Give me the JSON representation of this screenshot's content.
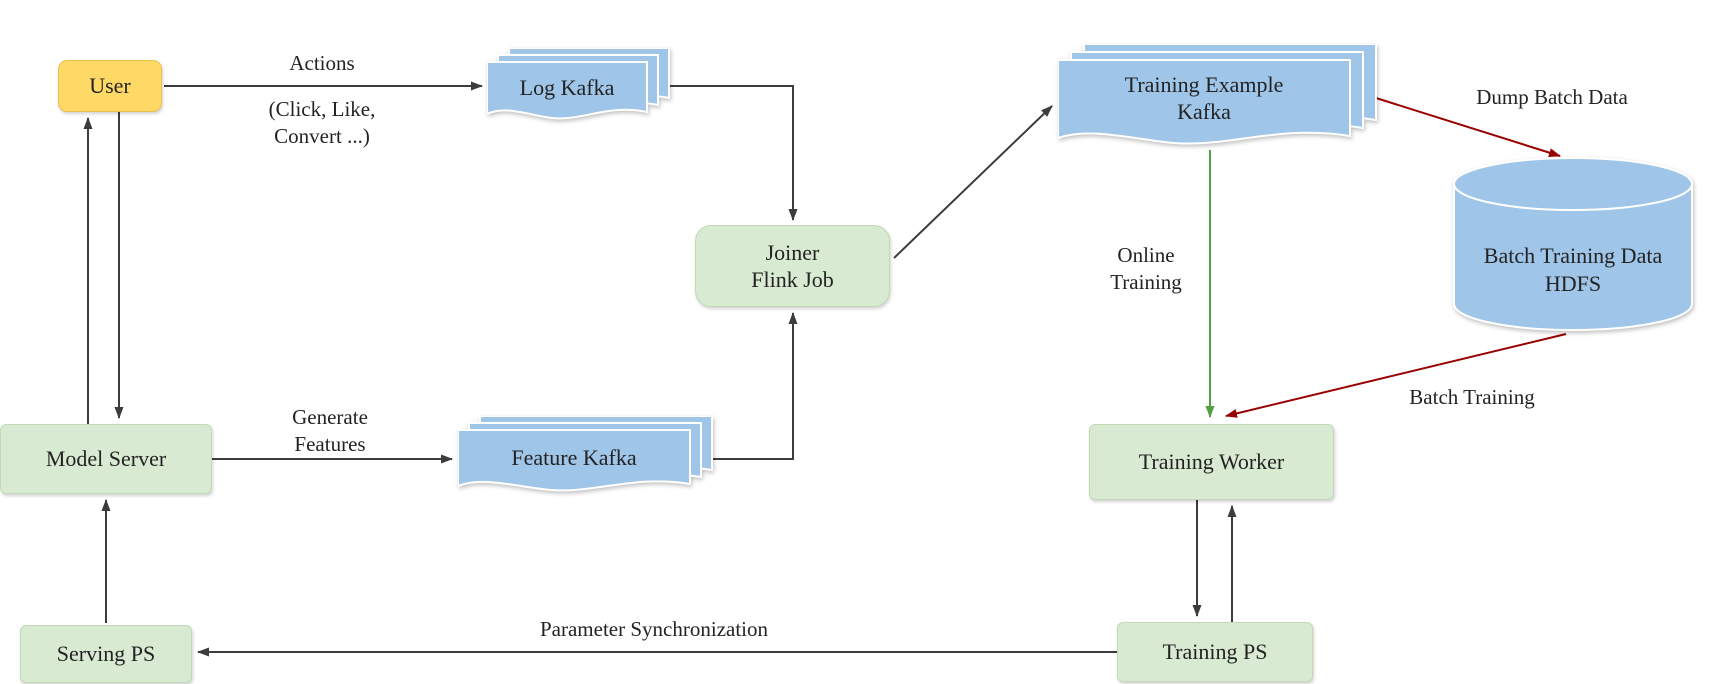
{
  "theme": {
    "colors": {
      "node-green": "#d9ead3",
      "node-green-border": "#c3d9b5",
      "node-yellow": "#ffd966",
      "node-yellow-border": "#e7c14f",
      "node-blue": "#9fc5e8",
      "arrow-dark": "#3c3c3c",
      "arrow-green": "#52a043",
      "arrow-red": "#990000",
      "text-dark": "#232323"
    }
  },
  "nodes": {
    "user": {
      "label": "User"
    },
    "log_kafka": {
      "label": "Log Kafka"
    },
    "training_example_kafka": {
      "line1": "Training Example",
      "line2": "Kafka"
    },
    "batch_hdfs": {
      "line1": "Batch Training Data",
      "line2": "HDFS"
    },
    "joiner": {
      "line1": "Joiner",
      "line2": "Flink Job"
    },
    "model_server": {
      "label": "Model Server"
    },
    "feature_kafka": {
      "label": "Feature Kafka"
    },
    "training_worker": {
      "label": "Training Worker"
    },
    "serving_ps": {
      "label": "Serving PS"
    },
    "training_ps": {
      "label": "Training PS"
    }
  },
  "edge_labels": {
    "actions": "Actions",
    "actions_detail1": "(Click, Like,",
    "actions_detail2": "Convert ...)",
    "generate1": "Generate",
    "generate2": "Features",
    "online1": "Online",
    "online2": "Training",
    "dump_batch": "Dump Batch Data",
    "batch_training": "Batch Training",
    "param_sync": "Parameter Synchronization"
  }
}
